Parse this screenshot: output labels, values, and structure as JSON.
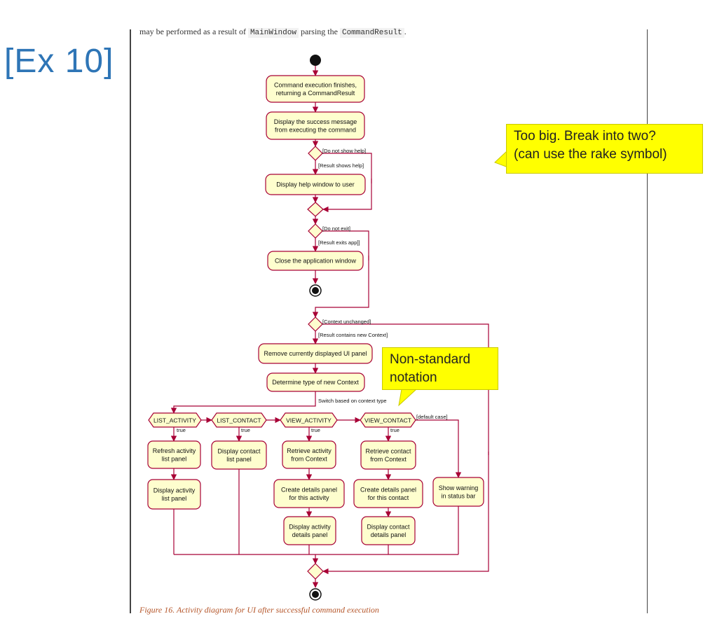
{
  "slide": {
    "title": "[Ex 10]"
  },
  "page": {
    "intro_start": "may be performed as a result of ",
    "intro_code1": "MainWindow",
    "intro_mid": " parsing the ",
    "intro_code2": "CommandResult",
    "intro_end": ".",
    "caption": "Figure 16. Activity diagram for UI after successful command execution"
  },
  "callouts": {
    "too_big": "Too big. Break into two?\n(can use the rake symbol)",
    "non_standard": "Non-standard\nnotation"
  },
  "diagram": {
    "colors": {
      "line": "#a80036",
      "node_fill": "#fefece",
      "node_stroke": "#a80036",
      "dot": "#111111"
    },
    "activities": {
      "cmd_finish": [
        "Command execution finishes,",
        "returning a CommandResult"
      ],
      "display_success": [
        "Display the success message",
        "from executing the command"
      ],
      "display_help": [
        "Display help window to user"
      ],
      "close_app": [
        "Close the application window"
      ],
      "remove_panel": [
        "Remove currently displayed UI panel"
      ],
      "determine_type": [
        "Determine type of new Context"
      ],
      "refresh_activity": [
        "Refresh activity",
        "list panel"
      ],
      "display_activity_list": [
        "Display activity",
        "list panel"
      ],
      "display_contact_list": [
        "Display contact",
        "list panel"
      ],
      "retrieve_activity": [
        "Retrieve activity",
        "from Context"
      ],
      "create_activity_details": [
        "Create details panel",
        "for this activity"
      ],
      "display_activity_details": [
        "Display activity",
        "details panel"
      ],
      "retrieve_contact": [
        "Retrieve contact",
        "from Context"
      ],
      "create_contact_details": [
        "Create details panel",
        "for this contact"
      ],
      "display_contact_details": [
        "Display contact",
        "details panel"
      ],
      "show_warning": [
        "Show warning",
        "in status bar"
      ]
    },
    "guards": {
      "no_help": "[Do not show help]",
      "shows_help": "[Result shows help]",
      "no_exit": "[Do not exit]",
      "exits_app": "[Result exits app]]",
      "ctx_unchanged": "[Context unchanged]",
      "ctx_new": "[Result contains new Context]",
      "switch": "Switch based on context type",
      "default_case": "[default case]",
      "true_label": "true"
    },
    "hexagons": {
      "list_activity": "LIST_ACTIVITY",
      "list_contact": "LIST_CONTACT",
      "view_activity": "VIEW_ACTIVITY",
      "view_contact": "VIEW_CONTACT"
    }
  }
}
